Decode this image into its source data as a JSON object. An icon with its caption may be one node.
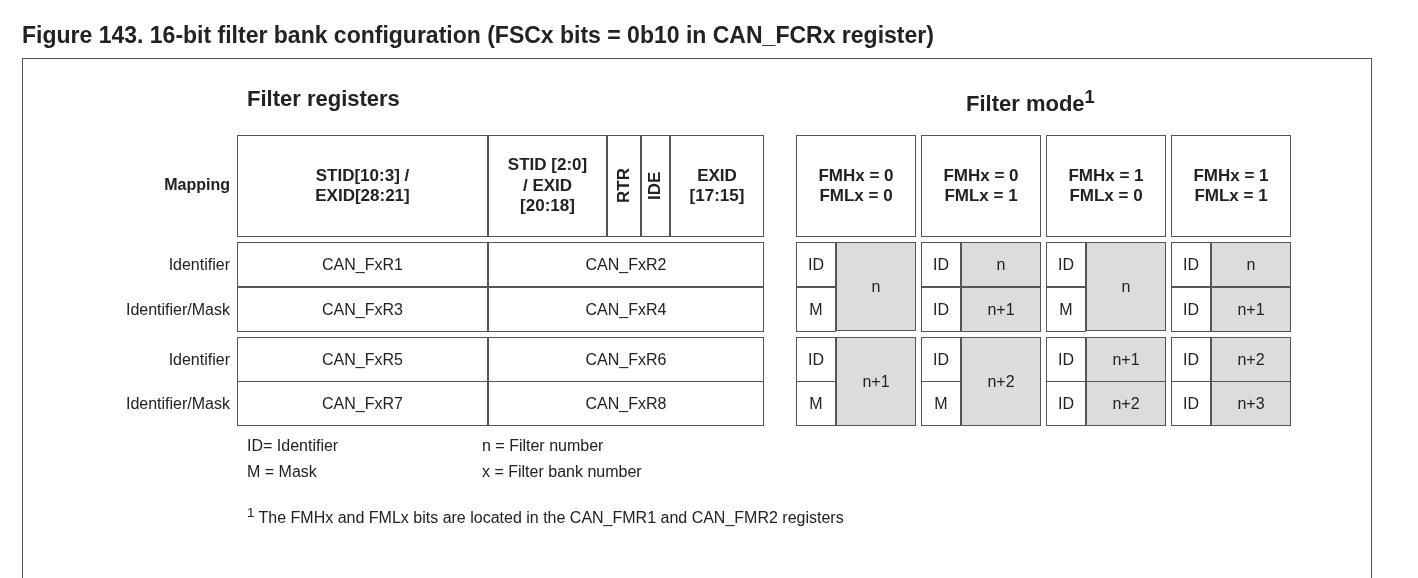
{
  "diagram": {
    "title": "Figure 143. 16-bit filter bank configuration (FSCx bits = 0b10 in CAN_FCRx register)",
    "labels": [
      "Filter registers",
      "Filter mode$^{1}$",
      "Mapping",
      "STID[10:3] / EXID[28:21]",
      "STID [2:0] / EXID [20:18]",
      "RTR",
      "IDE",
      "EXID [17:15]",
      "FMHx = 0 FMLx = 0",
      "FMHx = 0 FMLx = 1",
      "FMHx = 1 FMLx = 0",
      "FMHx = 1 FMLx = 1",
      "Identifier",
      "CAN_FxR1",
      "CAN_FxR2",
      "ID",
      "n",
      "ID",
      "n",
      "ID",
      "n",
      "ID",
      "n",
      "Identifier/Mask",
      "CAN_FxR3",
      "CAN_FxR4",
      "M",
      "ID",
      "n+1",
      "M",
      "ID",
      "n+1",
      "Identifier",
      "CAN_FxR5",
      "CAN_FxR6",
      "ID",
      "n+1",
      "ID",
      "n+2",
      "ID",
      "n+1",
      "ID",
      "n+2",
      "Identifier/Mask",
      "CAN_FxR7",
      "CAN_FxR8",
      "M",
      "M",
      "ID",
      "n+2",
      "ID",
      "n+3",
      "ID= Identifier",
      "n = Filter number",
      "M = Mask",
      "x = Filter bank number",
      "$^{1}$ The FMHx and FMLx bits are located in the CAN_FMR1 and CAN_FMR2 registers"
    ]
  }
}
